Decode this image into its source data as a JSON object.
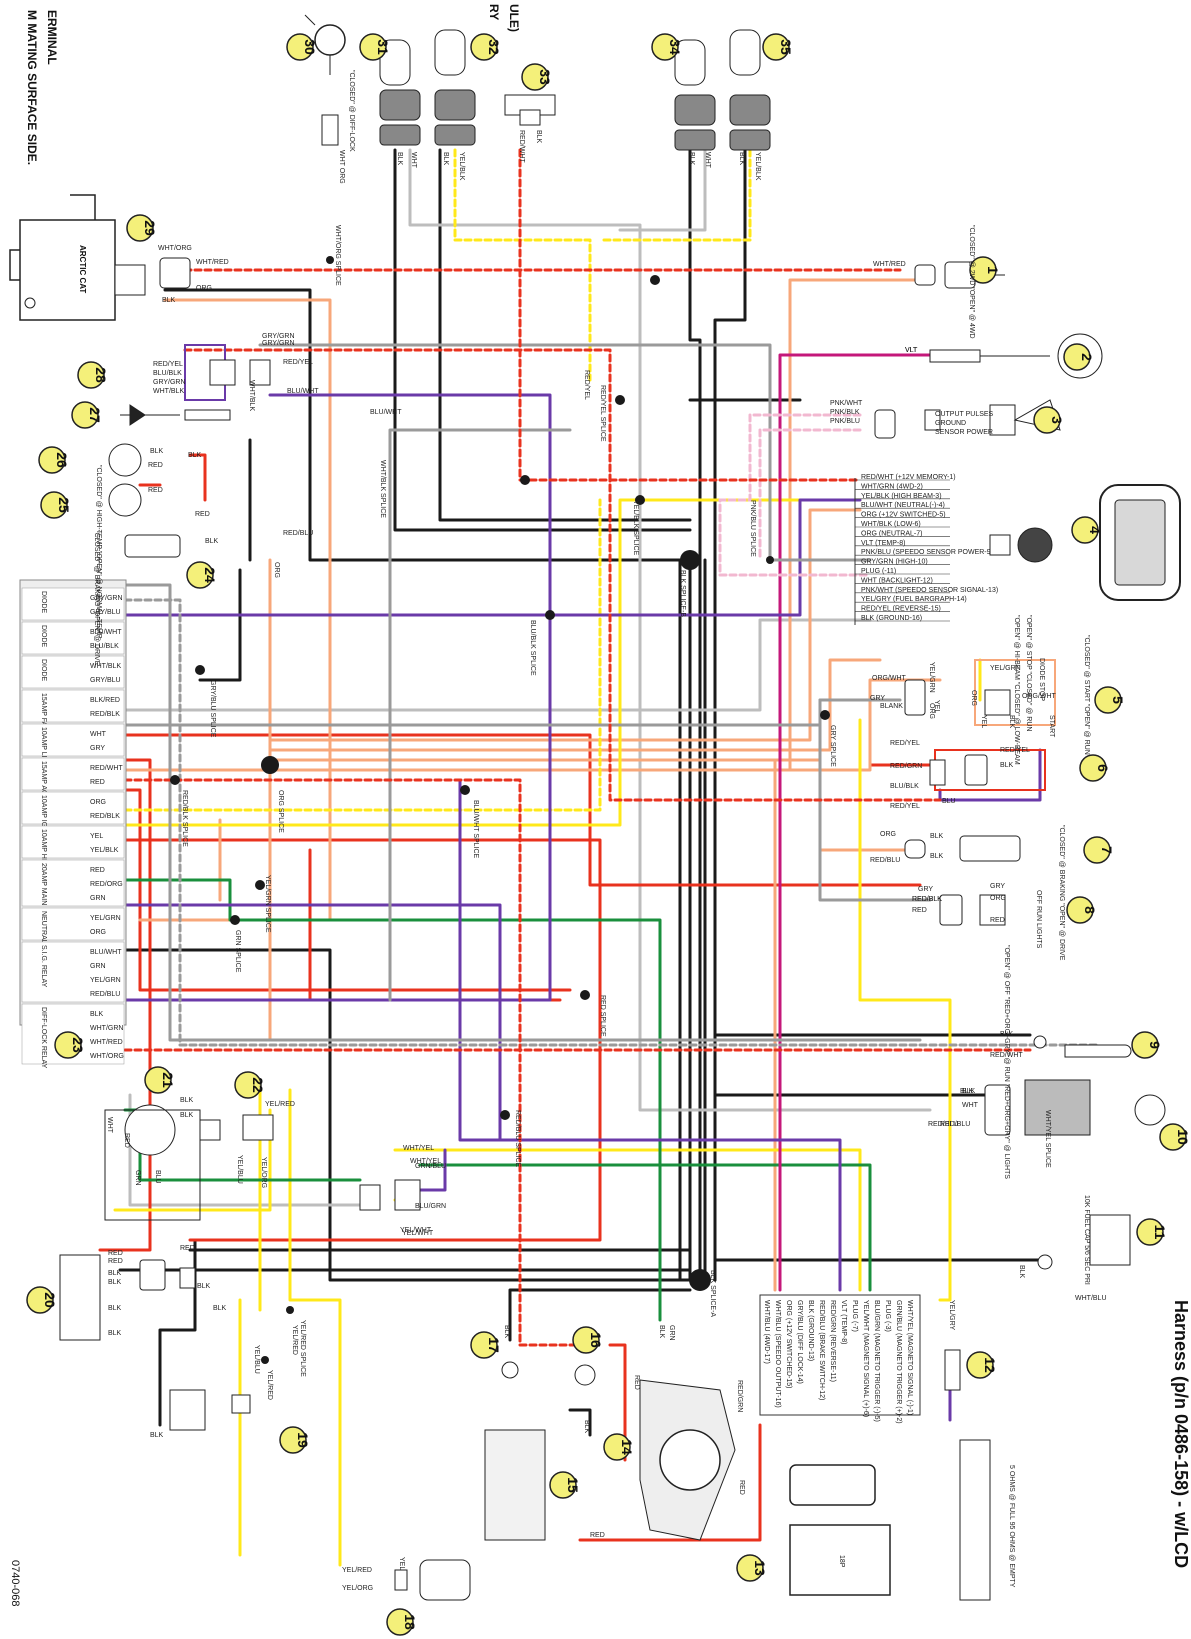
{
  "title": "Harness (p/n 0486-158) - w/LCD",
  "part_ref": "0740-068",
  "notes": [
    "M MATING SURFACE SIDE.",
    "ERMINAL",
    "RY",
    "ULE)"
  ],
  "callouts": [
    "1",
    "2",
    "3",
    "4",
    "5",
    "6",
    "7",
    "8",
    "9",
    "10",
    "11",
    "12",
    "13",
    "14",
    "15",
    "16",
    "17",
    "18",
    "19",
    "20",
    "21",
    "22",
    "23",
    "24",
    "25",
    "26",
    "27",
    "28",
    "29",
    "30",
    "31",
    "32",
    "33",
    "34",
    "35"
  ],
  "component_notes": {
    "c1": "\"CLOSED\" @ 2WD \"OPEN\" @ 4WD",
    "c2": "VLT",
    "c3_out": "OUTPUT PULSES",
    "c3_gnd": "GROUND",
    "c3_pwr": "SENSOR POWER",
    "c5": "\"CLOSED\" @ START \"OPEN\" @ RUN",
    "c5b": "\"OPEN\" @ STOP \"CLOSED\" @ RUN",
    "c5c": "\"OPEN\" @ HI-BEAM \"CLOSED\" @ LOW-BEAM",
    "c7": "\"CLOSED\" @ BRAKING \"OPEN\" @ DRIVE",
    "c8": "\"OPEN\" @ OFF \"RED+ORG+GRY\" @ RUN \"RED+ORG+GRY\" @ LIGHTS",
    "c8b": "OFF RUN LIGHTS",
    "c11": "10K FUEL CAP 5/6 SEC PRI",
    "c12": "5 OHMS @ FULL 95 OHMS @ EMPTY",
    "c13": "18P",
    "c24": "\"CLOSED\" @ BRAKING \"OPEN\" @ DRIVE",
    "c25": "\"CLOSED\" @ HIGH-TEMP \"OPEN\" @ NORMAL-TEMP",
    "c31": "\"CLOSED\" @ DIFF-LOCK",
    "c5d": "DIODE STOP",
    "c5e": "START"
  },
  "gauge_pins": [
    "RED/WHT (+12V MEMORY-1)",
    "WHT/GRN (4WD-2)",
    "YEL/BLK (HIGH BEAM-3)",
    "BLU/WHT (NEUTRAL(-)-4)",
    "ORG (+12V SWITCHED-5)",
    "WHT/BLK (LOW-6)",
    "ORG (NEUTRAL-7)",
    "VLT (TEMP-8)",
    "PNK/BLU (SPEEDO SENSOR POWER-9)",
    "GRY/GRN (HIGH-10)",
    "PLUG (-11)",
    "WHT (BACKLIGHT-12)",
    "PNK/WHT (SPEEDO SENSOR SIGNAL-13)",
    "YEL/GRY (FUEL BARGRAPH-14)",
    "RED/YEL (REVERSE-15)",
    "BLK (GROUND-16)"
  ],
  "relay_block": [
    {
      "slot": "DIODE",
      "pins": [
        "GRY/GRN",
        "GRY/BLU"
      ]
    },
    {
      "slot": "DIODE",
      "pins": [
        "BLU/WHT",
        "BLU/BLK"
      ]
    },
    {
      "slot": "DIODE",
      "pins": [
        "WHT/BLK",
        "GRY/BLU"
      ]
    },
    {
      "slot": "15AMP FAN",
      "pins": [
        "BLK/RED",
        "RED/BLK"
      ]
    },
    {
      "slot": "10AMP LIGHTS",
      "pins": [
        "WHT",
        "GRY"
      ]
    },
    {
      "slot": "15AMP ACC",
      "pins": [
        "RED/WHT",
        "RED"
      ]
    },
    {
      "slot": "10AMP IGNITION",
      "pins": [
        "ORG",
        "RED/BLK"
      ]
    },
    {
      "slot": "10AMP HI-BEAM",
      "pins": [
        "YEL",
        "YEL/BLK"
      ]
    },
    {
      "slot": "20AMP MAIN",
      "pins": [
        "RED",
        "RED/ORG",
        "GRN"
      ]
    },
    {
      "slot": "NEUTRAL RELAY",
      "pins": [
        "YEL/GRN",
        "ORG"
      ]
    },
    {
      "slot": "S.I.G. RELAY",
      "pins": [
        "BLU/WHT",
        "GRN",
        "YEL/GRN",
        "RED/BLU"
      ]
    },
    {
      "slot": "DIFF-LOCK RELAY",
      "pins": [
        "BLK",
        "WHT/GRN",
        "WHT/RED",
        "WHT/ORG"
      ]
    }
  ],
  "ecu_pins": [
    "WHT/YEL (MAGNETO SIGNAL (-)-1)",
    "GRN/BLU (MAGNETO TRIGGER (+)-2)",
    "PLUG (-3)",
    "BLU/GRN (MAGNETO TRIGGER (-)-5)",
    "YEL/WHT (MAGNETO SIGNAL (+)-6)",
    "PLUG (-7)",
    "VLT (TEMP-8)",
    "RED/GRN (REVERSE-11)",
    "RED/BLU (BRAKE SWITCH-12)",
    "BLK (GROUND-13)",
    "GRY/BLU (DIFF LOCK-14)",
    "ORG (+12V SWITCHED-15)",
    "WHT/BLU (SPEEDO OUTPUT-16)",
    "WHT/BLU (4WD-17)"
  ],
  "splices": [
    "WHT/ORG SPLICE",
    "RED SPLICE",
    "BLK SPLICE-B",
    "BLK SPLICE-A",
    "ORG SPLICE",
    "RED/BLK SPLICE",
    "BLU/WHT SPLICE",
    "GRY/BLU SPLICE",
    "YEL/GRN SPLICE",
    "GRN SPLICE",
    "RED/YEL SPLICE",
    "WHT/BLK SPLICE",
    "YEL/BLK SPLICE",
    "BLU/BLK SPLICE",
    "GRY SPLICE",
    "YEL/RED SPLICE",
    "WHT/YEL SPLICE",
    "RED/BLU SPLICE",
    "PNK/BLU SPLICE"
  ],
  "wire_labels": {
    "w29a": "WHT/ORG",
    "w29b": "WHT/RED",
    "w29c": "ORG",
    "w29d": "BLK",
    "w1": "WHT/RED",
    "w3a": "PNK/WHT",
    "w3b": "PNK/BLK",
    "w3c": "PNK/BLU",
    "w6a": "RED/YEL",
    "w6b": "RED/GRN",
    "w6c": "BLU/BLK",
    "w6d": "RED/YEL",
    "w6e": "RED/YEL",
    "w6f": "BLK",
    "w6g": "BLU",
    "w7a": "ORG",
    "w7b": "RED/BLU",
    "w7c": "BLK",
    "w7d": "BLK",
    "w8a": "GRY",
    "w8b": "RED/BLK",
    "w8c": "RED",
    "w8d": "GRY",
    "w8e": "ORG",
    "w8f": "RED",
    "w9a": "BLK",
    "w9b": "RED/WHT",
    "w10a": "BLK",
    "w10b": "WHT",
    "w10c": "RED/BLU",
    "w11": "BLK",
    "w12": "WHT/BLU",
    "w12b": "YEL/GRY",
    "w5a": "ORG/WHT",
    "w5b": "GRY",
    "w5c": "BLANK",
    "w5d": "YEL/GRN",
    "w5e": "YEL",
    "w5f": "ORG",
    "w5g": "YEL/GRN",
    "w5h": "ORG/WHT",
    "w5i": "ORG",
    "w5j": "YEL",
    "w5k": "BLK",
    "w28a": "RED/YEL",
    "w28b": "BLU/BLK",
    "w28c": "GRY/GRN",
    "w28d": "WHT/BLK",
    "w28e": "GRY/GRN",
    "w28f": "RED/YEL",
    "w28g": "BLU/WHT",
    "w28h": "WHT/BLK",
    "w26a": "BLK",
    "w26b": "RED",
    "w25a": "RED",
    "w25b": "BLK",
    "w25c": "RED",
    "w24": "BLK",
    "w24b": "RED/BLU",
    "w24c": "ORG",
    "w20a": "RED",
    "w20b": "RED",
    "w20c": "BLK",
    "w20d": "BLK",
    "w20e": "BLK",
    "w20f": "RED",
    "w20g": "BLK",
    "w20h": "BLK",
    "w20i": "BLK",
    "w20j": "BLK",
    "w21a": "BLK",
    "w21b": "BLK",
    "w21c": "WHT",
    "w21d": "RED",
    "w21e": "GRN",
    "w21f": "BLU",
    "w22a": "YEL/RED",
    "w22b": "YEL/BLU",
    "w22c": "YEL/ORG",
    "w19a": "YEL/RED",
    "w19b": "YEL/BLU",
    "w19c": "YEL/RED",
    "w18a": "YEL/RED",
    "w18b": "YEL/ORG",
    "w18c": "YEL",
    "w17": "BLK",
    "w16": "RED",
    "w15": "BLK",
    "w15b": "RED",
    "w14": "RED/GRN",
    "w14b": "RED",
    "w13a": "GRN",
    "w13b": "BLK",
    "wmag1": "WHT/YEL",
    "wmag2": "GRN/BLU",
    "wmag3": "BLU/GRN",
    "wmag4": "YEL/WHT",
    "w31": "WHT ORG",
    "w32a": "BLK",
    "w32b": "WHT",
    "w32c": "BLK",
    "w32d": "YEL/BLK",
    "w33a": "RED/WHT",
    "w33b": "BLK",
    "w34a": "BLK",
    "w34b": "WHT",
    "w34c": "BLK",
    "w34d": "YEL/BLK",
    "w_vlt": "VLT",
    "w_gry": "GRY/GRN",
    "w_blu": "BLU/WHT",
    "w_redyel": "RED/YEL",
    "w_tri": "WHT/YEL",
    "w_tri2": "YEL/WHT",
    "w_rb": "RED/BLU",
    "w_rblk": "RED/BLK",
    "w_blk": "BLK"
  },
  "colors": {
    "black": "#1a1a1a",
    "white": "#cccccc",
    "red": "#e8321e",
    "orange": "#f7a77a",
    "yellow": "#ffe81a",
    "green": "#1a8f3c",
    "blue": "#3a4fb0",
    "violet": "#c4177a",
    "purple": "#6a3aa8",
    "gray": "#9a9a9a",
    "pink": "#f2b8d0",
    "callout_fill": "#f4f07a"
  }
}
